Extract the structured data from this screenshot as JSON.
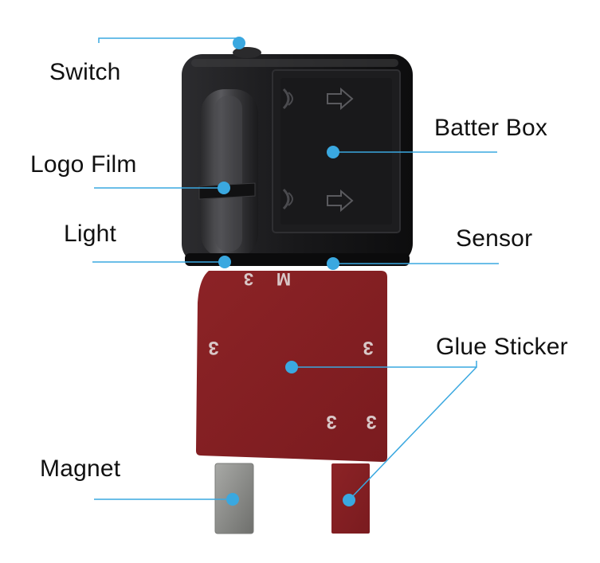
{
  "labels": {
    "switch": "Switch",
    "battery_box": "Batter Box",
    "logo_film": "Logo Film",
    "light": "Light",
    "sensor": "Sensor",
    "glue_sticker": "Glue Sticker",
    "magnet": "Magnet"
  },
  "sticker_marks": [
    "3",
    "M",
    "3",
    "3",
    "3",
    "3"
  ],
  "colors": {
    "callout": "#3aa8e0",
    "device_body": "#1a1a1c",
    "sticker": "#8a1f23",
    "magnet": "#8d8e8c"
  }
}
